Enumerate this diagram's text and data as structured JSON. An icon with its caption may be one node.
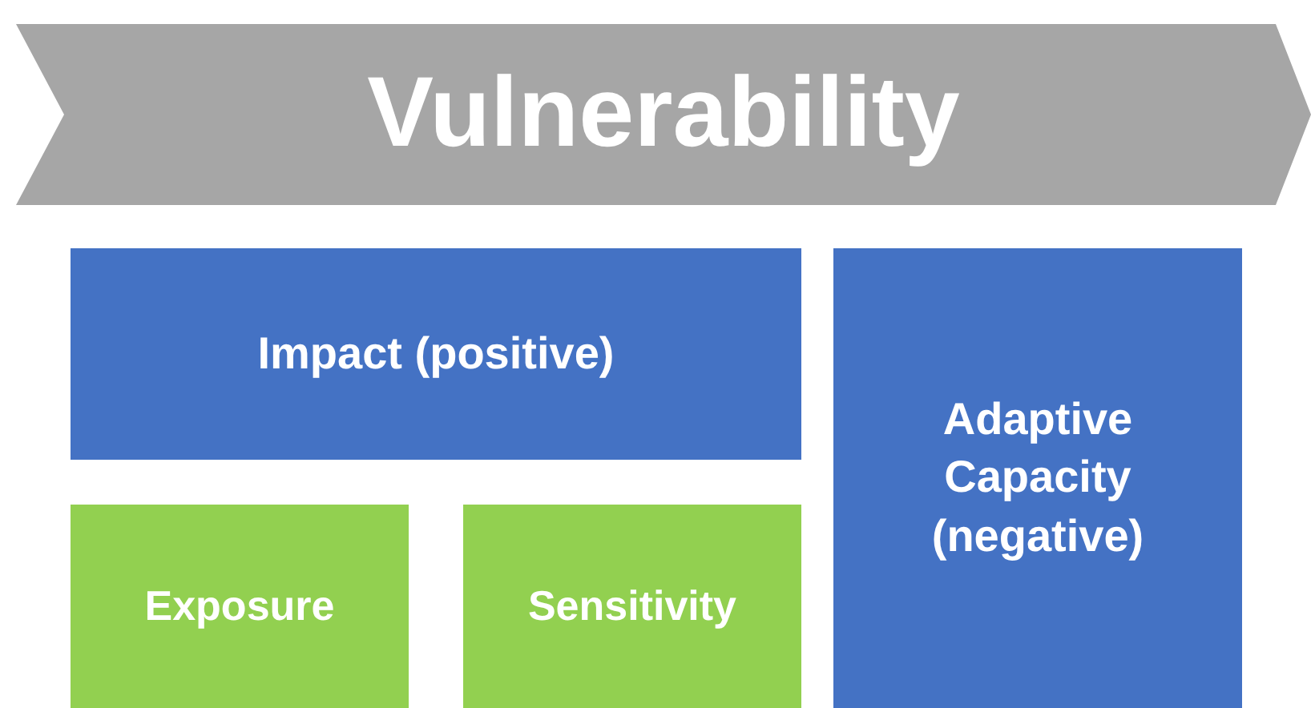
{
  "diagram": {
    "nodes": [
      {
        "text": [
          "Vulnerability"
        ]
      },
      {
        "text": [
          "Impact (positive)"
        ]
      },
      {
        "text": [
          "Adaptive Capacity (negative)"
        ]
      },
      {
        "text": [
          "Exposure"
        ]
      },
      {
        "text": [
          "Sensitivity"
        ]
      }
    ],
    "edges": []
  }
}
